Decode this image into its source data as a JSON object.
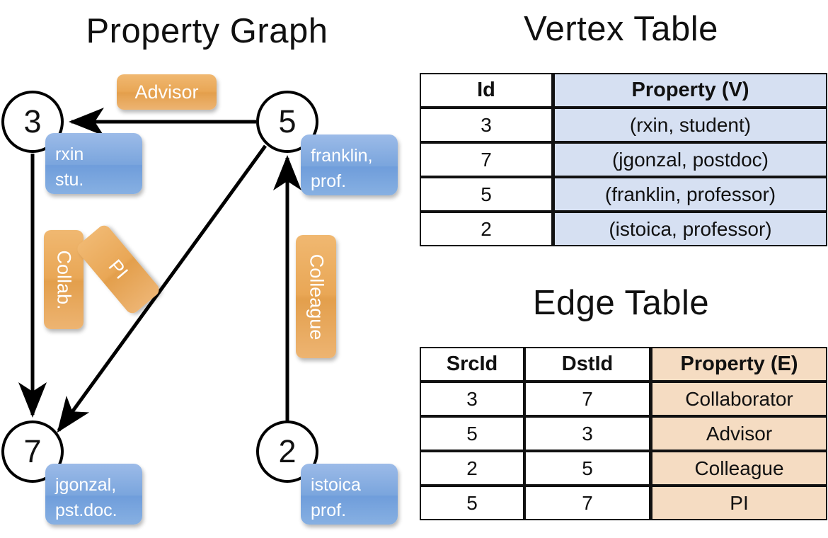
{
  "titles": {
    "property_graph": "Property Graph",
    "vertex_table": "Vertex Table",
    "edge_table": "Edge Table"
  },
  "graph": {
    "nodes": [
      {
        "id": "3",
        "label": "3",
        "property_line1": "rxin",
        "property_line2": "stu."
      },
      {
        "id": "5",
        "label": "5",
        "property_line1": "franklin,",
        "property_line2": "prof."
      },
      {
        "id": "7",
        "label": "7",
        "property_line1": "jgonzal,",
        "property_line2": "pst.doc."
      },
      {
        "id": "2",
        "label": "2",
        "property_line1": "istoica",
        "property_line2": "prof."
      }
    ],
    "edge_labels": {
      "advisor": "Advisor",
      "collab": "Collab.",
      "pi": "PI",
      "colleague": "Colleague"
    },
    "edges": [
      {
        "src": "5",
        "dst": "3",
        "label": "Advisor"
      },
      {
        "src": "3",
        "dst": "7",
        "label": "Collab."
      },
      {
        "src": "5",
        "dst": "7",
        "label": "PI"
      },
      {
        "src": "2",
        "dst": "5",
        "label": "Colleague"
      }
    ]
  },
  "vertex_table": {
    "headers": [
      "Id",
      "Property (V)"
    ],
    "rows": [
      {
        "id": "3",
        "property": "(rxin, student)"
      },
      {
        "id": "7",
        "property": "(jgonzal, postdoc)"
      },
      {
        "id": "5",
        "property": "(franklin, professor)"
      },
      {
        "id": "2",
        "property": "(istoica, professor)"
      }
    ]
  },
  "edge_table": {
    "headers": [
      "SrcId",
      "DstId",
      "Property (E)"
    ],
    "rows": [
      {
        "src": "3",
        "dst": "7",
        "property": "Collaborator"
      },
      {
        "src": "5",
        "dst": "3",
        "property": "Advisor"
      },
      {
        "src": "2",
        "dst": "5",
        "property": "Colleague"
      },
      {
        "src": "5",
        "dst": "7",
        "property": "PI"
      }
    ]
  },
  "colors": {
    "vertex_property_fill": "#d6e0f2",
    "edge_property_fill": "#f5dcc2",
    "vertex_bubble": "#7aa5dd",
    "edge_chip": "#e9a756",
    "stroke": "#111111",
    "background": "#ffffff"
  }
}
